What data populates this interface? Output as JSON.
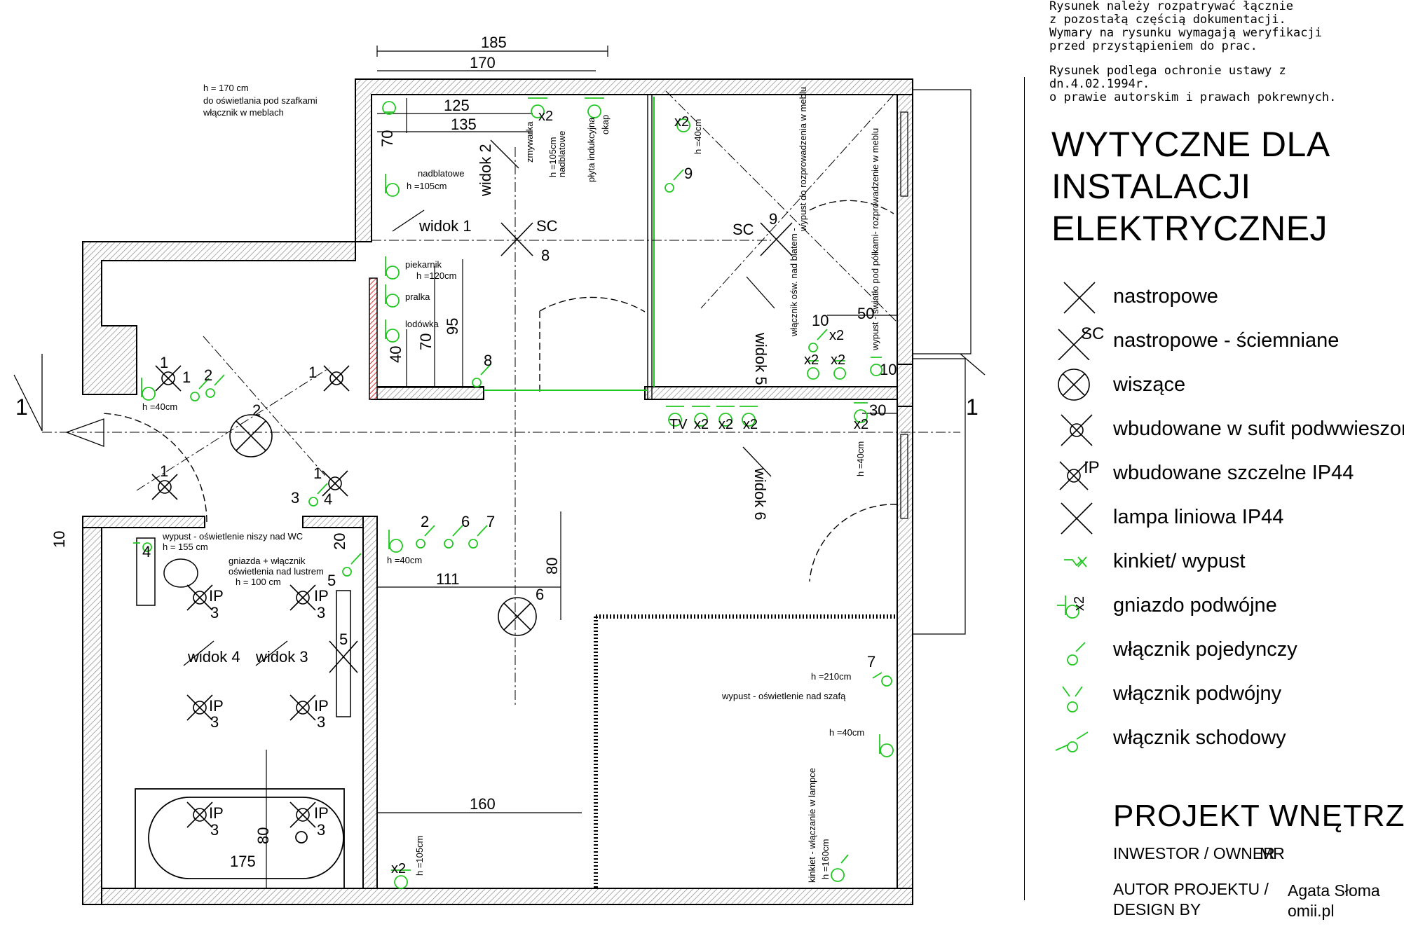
{
  "notes": {
    "lines1": [
      "Rysunek należy rozpatrywać łącznie",
      "z pozostałą częścią dokumentacji.",
      "Wymary na rysunku wymagają weryfikacji",
      "przed przystąpieniem do prac."
    ],
    "lines2": [
      "Rysunek podlega ochronie ustawy z dn.4.02.1994r.",
      "o prawie autorskim i prawach pokrewnych."
    ]
  },
  "title": [
    "WYTYCZNE DLA",
    "INSTALACJI",
    "ELEKTRYCZNEJ"
  ],
  "legend": [
    {
      "icon": "nastropowe",
      "label": "nastropowe"
    },
    {
      "icon": "nastropowe-sc",
      "label": "nastropowe - ściemniane",
      "tag": "SC"
    },
    {
      "icon": "wiszace",
      "label": "wiszące"
    },
    {
      "icon": "wbudowane",
      "label": "wbudowane w sufit podwwieszony"
    },
    {
      "icon": "wbudowane-ip",
      "label": "wbudowane szczelne IP44",
      "tag": "IP"
    },
    {
      "icon": "lampa-liniowa",
      "label": "lampa liniowa IP44"
    },
    {
      "icon": "kinkiet",
      "label": "kinkiet/ wypust"
    },
    {
      "icon": "gniazdo",
      "label": "gniazdo podwójne",
      "tag": "x2"
    },
    {
      "icon": "wlacznik-poj",
      "label": "włącznik pojedynczy"
    },
    {
      "icon": "wlacznik-podw",
      "label": "włącznik podwójny"
    },
    {
      "icon": "wlacznik-sch",
      "label": "włącznik schodowy"
    }
  ],
  "project": {
    "heading": "PROJEKT  WNĘTRZ",
    "investor_label": "INWESTOR / OWNER",
    "investor_value": "MR",
    "author_label_1": "AUTOR PROJEKTU /",
    "author_label_2": "DESIGN BY",
    "author_value_1": "Agata Słoma",
    "author_value_2": "omii.pl"
  },
  "plan": {
    "dims": {
      "d185": "185",
      "d170": "170",
      "d125": "125",
      "d135": "135",
      "d70a": "70",
      "d95": "95",
      "d70b": "70",
      "d40": "40",
      "d50": "50",
      "d30": "30",
      "d111": "111",
      "d80a": "80",
      "d160": "160",
      "d175": "175",
      "d80b": "80",
      "d20": "20",
      "d10": "10"
    },
    "section_mark": "1",
    "views": {
      "w1": "widok 1",
      "w2": "widok 2",
      "w3": "widok 3",
      "w4": "widok 4",
      "w5": "widok 5",
      "w6": "widok 6"
    },
    "texts": {
      "h170": "h = 170 cm",
      "osw_szafki": "do oświetlania pod szafkami",
      "wl_meblach": "włącznik w meblach",
      "nadblatowe": "nadblatowe",
      "h105": "h =105cm",
      "piekarnik": "piekarnik",
      "h120": "h =120cm",
      "pralka": "pralka",
      "lodowka": "lodówka",
      "zmywarka": "zmywarka",
      "nadblatowe_v": "nadblatowe",
      "h105_v": "h =105cm",
      "plyta": "płyta indukcyjna",
      "okap": "okap",
      "h40a": "h =40cm",
      "h40b": "h =40cm",
      "h40c": "h =40cm",
      "h40d": "h =40cm",
      "h40e": "h =40cm",
      "wypust_blat": "wypust do rozprowadzenia w meblu",
      "wl_osw_blat": "włącznik ośw. nad blatem -",
      "wypust_polki": "wypust - światło pod półkami- rozprowadzenie w meblu",
      "wypust_wc": "wypust - oświetlenie niszy nad WC",
      "h155": "h = 155 cm",
      "gniazda_wl": "gniazda + włącznik",
      "osw_lustro": "oświetlenia nad lustrem",
      "h100": "h = 100 cm",
      "h210": "h =210cm",
      "wypust_szafa": "wypust - oświetlenie nad szafą",
      "kinkiet_lampa": "kinkiet - włączanie w lampce",
      "h160": "h =160cm",
      "h105b": "h =105cm",
      "tv": "TV",
      "sc": "SC",
      "ip": "IP",
      "x2": "x2"
    }
  },
  "colors": {
    "green": "#22c822",
    "wall_hatch": "#8a8a8a",
    "red_hatch": "#e03030",
    "ink": "#000000"
  }
}
